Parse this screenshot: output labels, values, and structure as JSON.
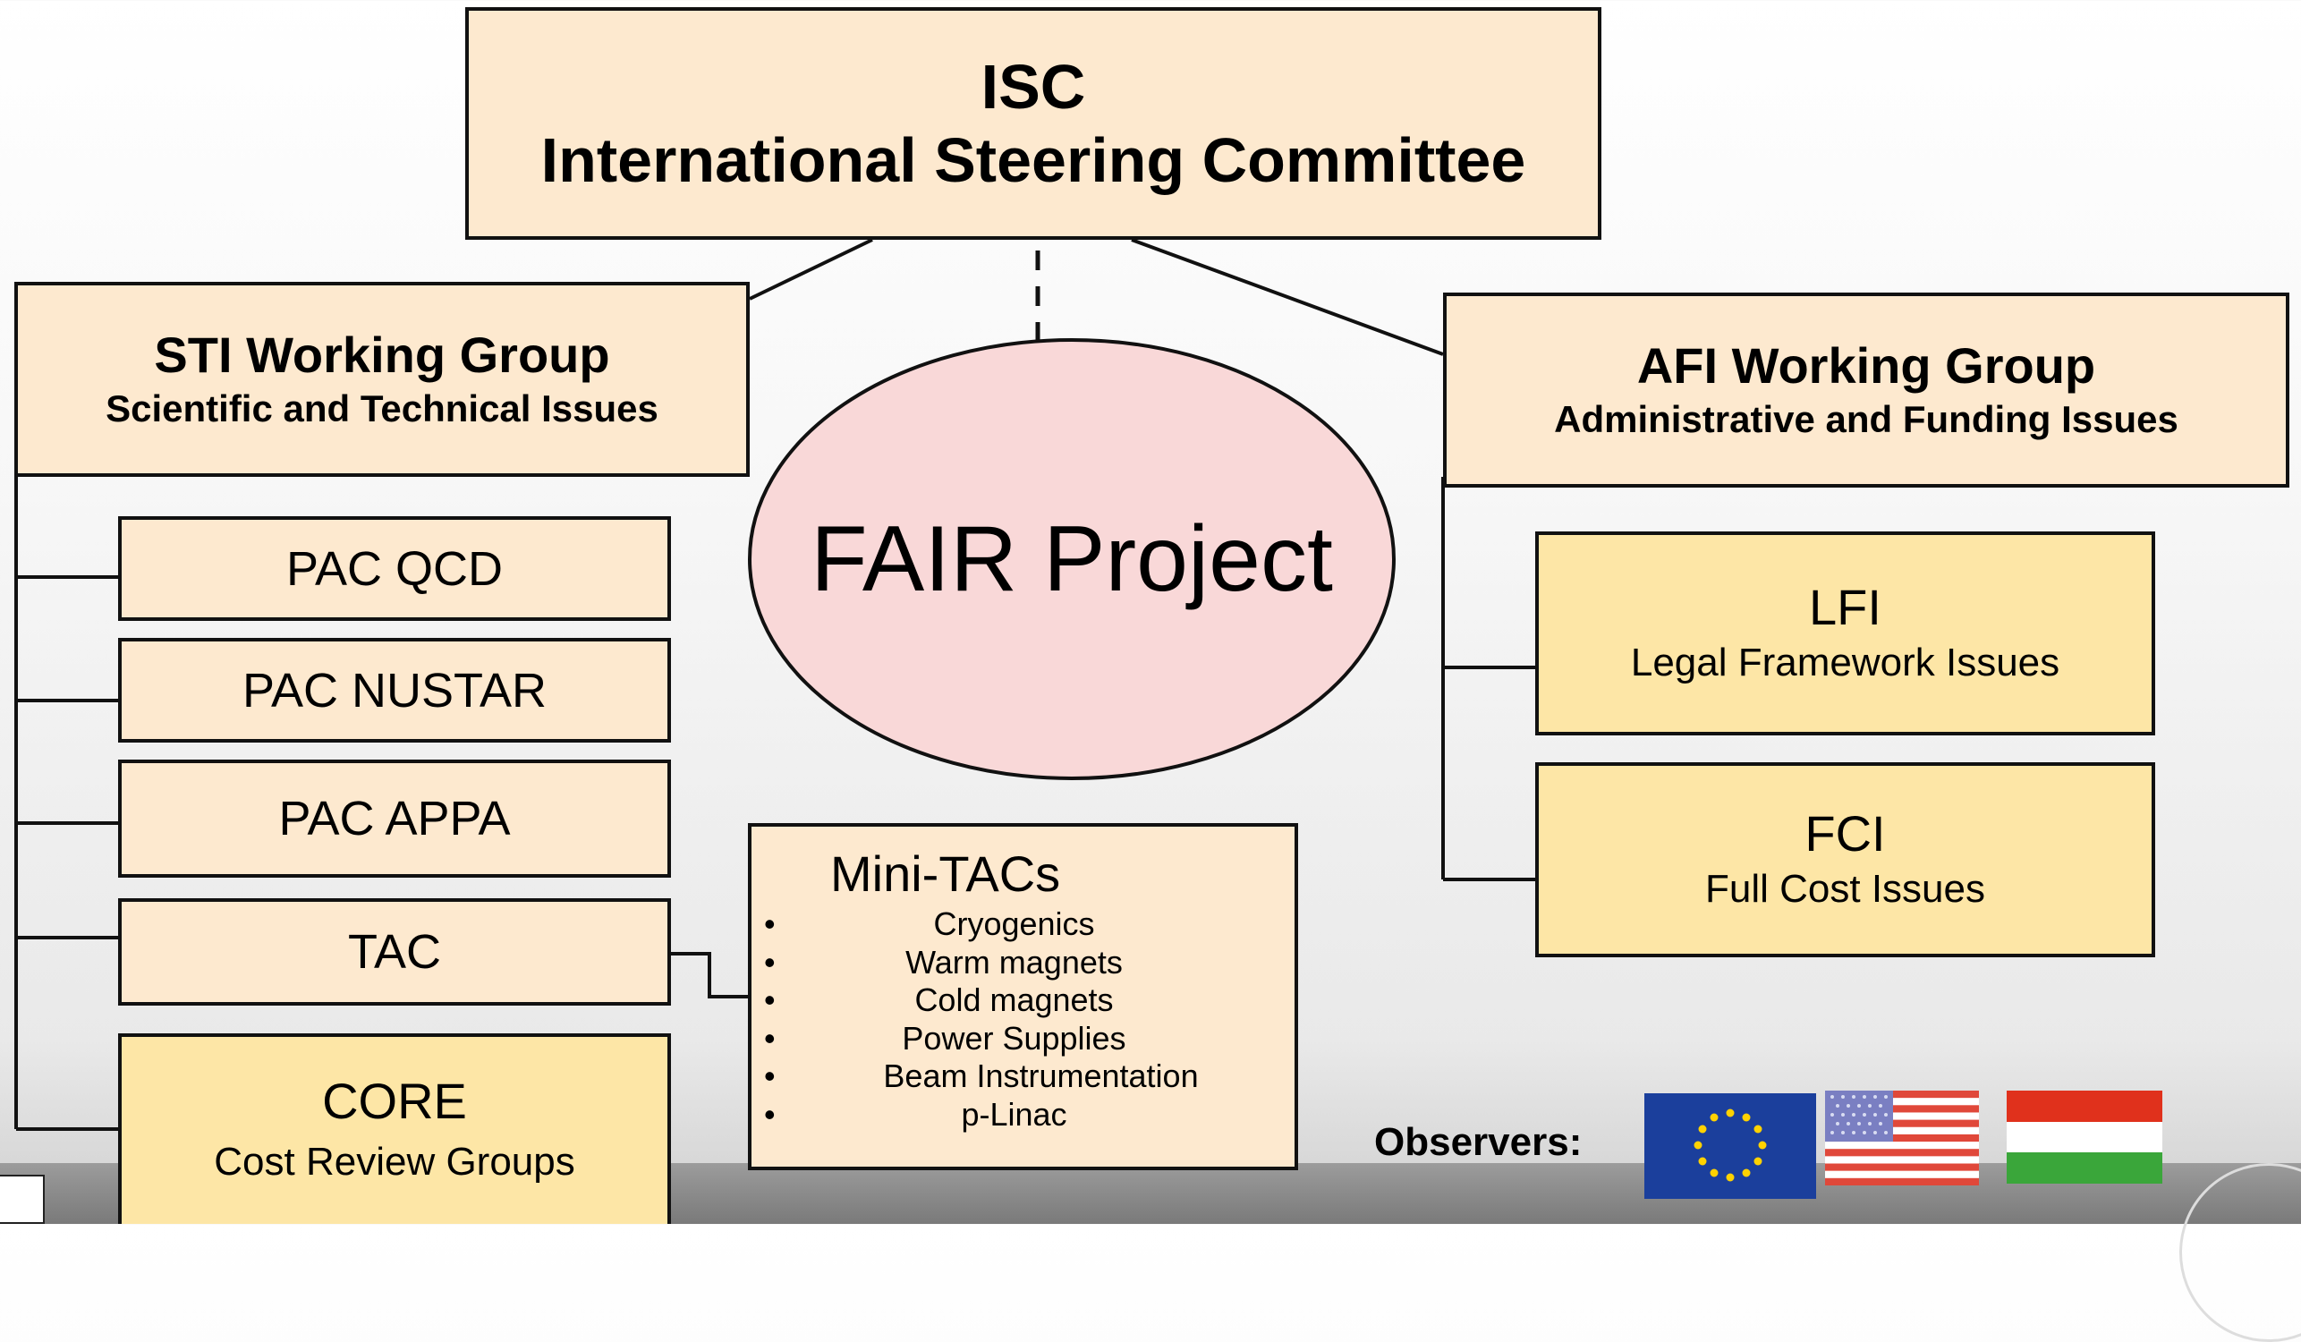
{
  "isc": {
    "acronym": "ISC",
    "name": "International Steering Committee"
  },
  "sti": {
    "title": "STI Working Group",
    "subtitle": "Scientific and Technical Issues"
  },
  "afi": {
    "title": "AFI Working Group",
    "subtitle": "Administrative and Funding Issues"
  },
  "center": {
    "label": "FAIR Project"
  },
  "pac_boxes": [
    "PAC QCD",
    "PAC NUSTAR",
    "PAC APPA"
  ],
  "tac": {
    "label": "TAC"
  },
  "core": {
    "title": "CORE",
    "subtitle": "Cost Review Groups"
  },
  "minitacs": {
    "title": "Mini-TACs",
    "items": [
      "Cryogenics",
      "Warm magnets",
      "Cold magnets",
      "Power Supplies",
      "Beam Instrumentation",
      "p-Linac"
    ],
    "bullet": "•"
  },
  "lfi": {
    "title": "LFI",
    "subtitle": "Legal Framework Issues"
  },
  "fci": {
    "title": "FCI",
    "subtitle": "Full Cost Issues"
  },
  "observers": {
    "label": "Observers:",
    "flags": [
      "eu-flag",
      "usa-flag",
      "hungary-flag"
    ]
  },
  "colors": {
    "peach": "#fde9cf",
    "yellow": "#fde6a6",
    "ellipse": "#f9d8d8",
    "line": "#111111"
  }
}
